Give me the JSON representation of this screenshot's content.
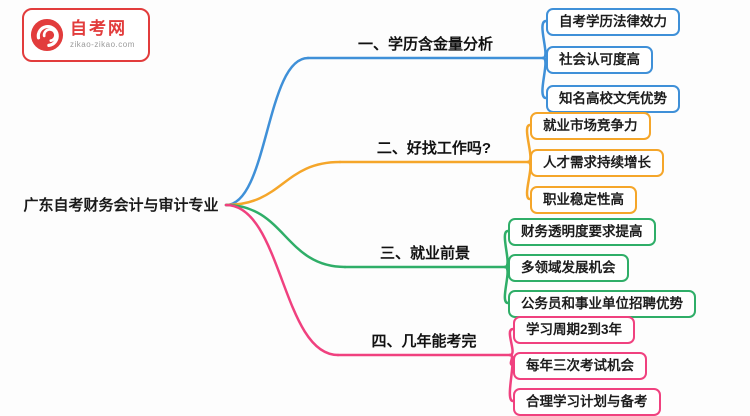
{
  "logo": {
    "brand": "自考网",
    "domain": "zikao-zikao.com"
  },
  "root": {
    "label": "广东自考财务会计与审计专业"
  },
  "branches": [
    {
      "label": "一、学历含金量分析",
      "color": "#3f90d8",
      "children": [
        "自考学历法律效力",
        "社会认可度高",
        "知名高校文凭优势"
      ]
    },
    {
      "label": "二、好找工作吗?",
      "color": "#f5a62a",
      "children": [
        "就业市场竞争力",
        "人才需求持续增长",
        "职业稳定性高"
      ]
    },
    {
      "label": "三、就业前景",
      "color": "#2fae68",
      "children": [
        "财务透明度要求提高",
        "多领域发展机会",
        "公务员和事业单位招聘优势"
      ]
    },
    {
      "label": "四、几年能考完",
      "color": "#f0417f",
      "children": [
        "学习周期2到3年",
        "每年三次考试机会",
        "合理学习计划与备考"
      ]
    }
  ]
}
